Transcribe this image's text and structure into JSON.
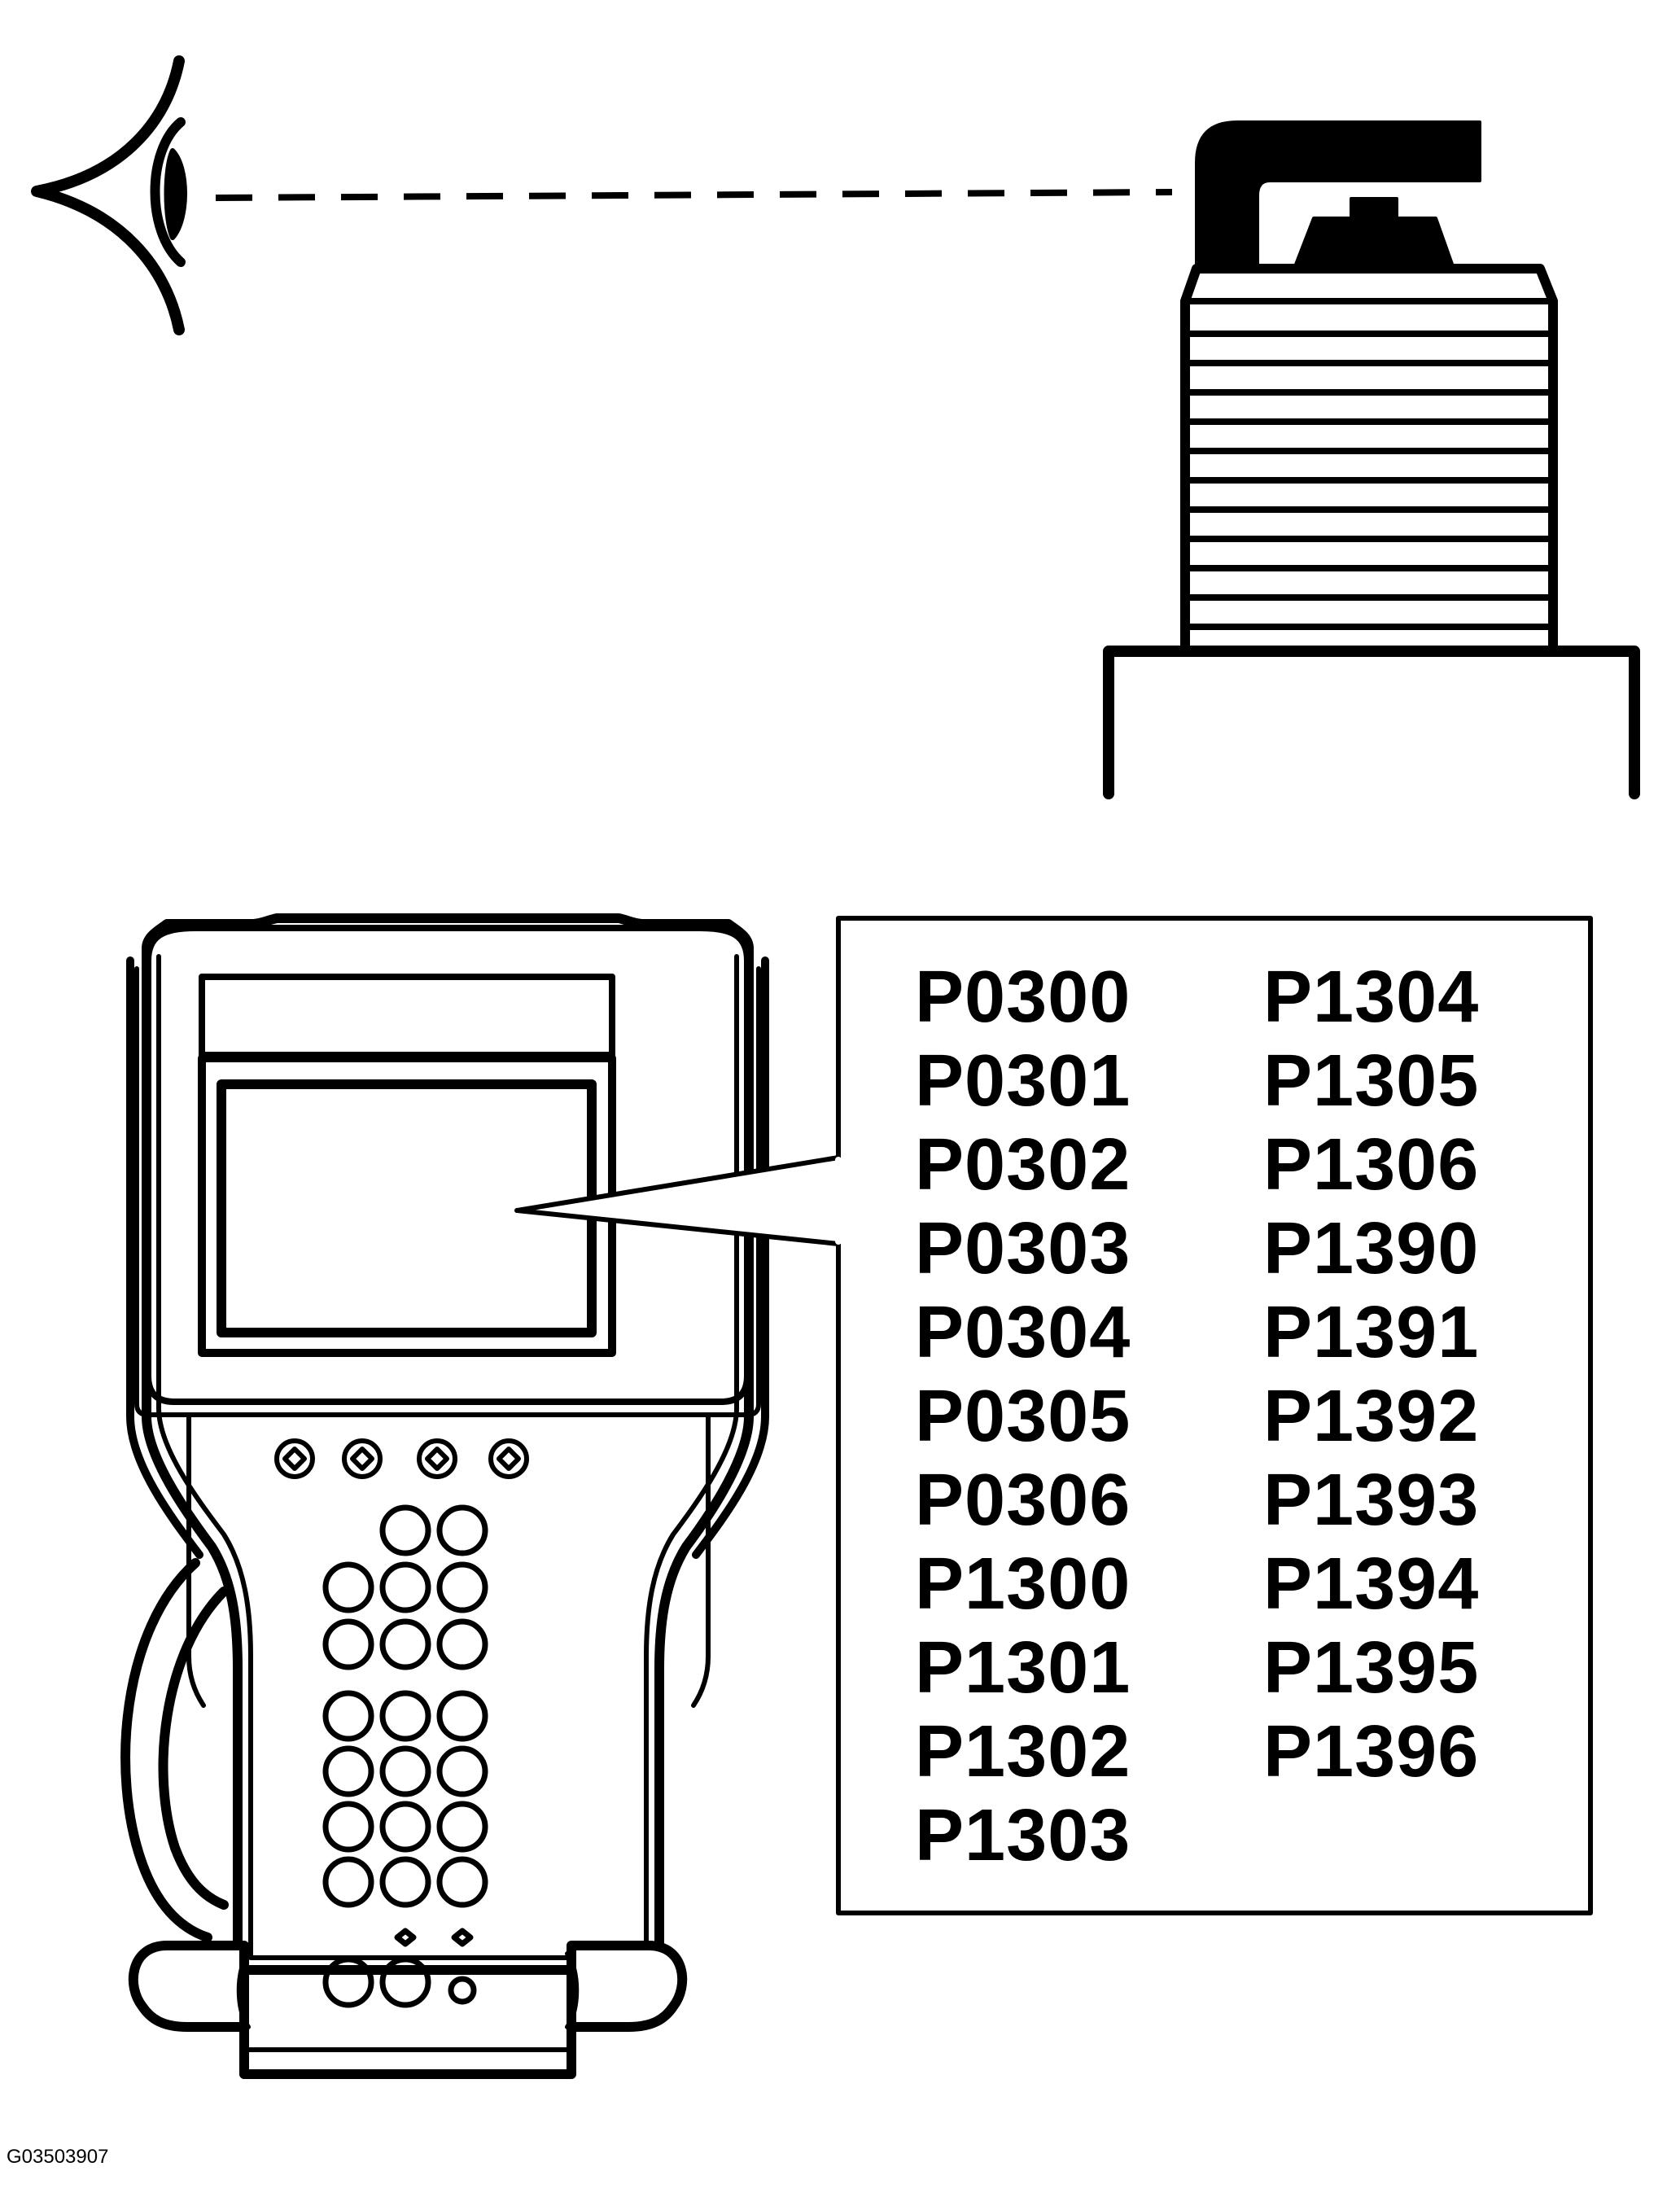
{
  "codes_left": [
    "P0300",
    "P0301",
    "P0302",
    "P0303",
    "P0304",
    "P0305",
    "P0306",
    "P1300",
    "P1301",
    "P1302",
    "P1303"
  ],
  "codes_right": [
    "P1304",
    "P1305",
    "P1306",
    "P1390",
    "P1391",
    "P1392",
    "P1393",
    "P1394",
    "P1395",
    "P1396"
  ],
  "figure_id": "G03503907",
  "icons": [
    "eye-icon",
    "spark-plug-icon",
    "scan-tool-icon"
  ],
  "colors": {
    "line": "#000000",
    "background": "#ffffff"
  }
}
